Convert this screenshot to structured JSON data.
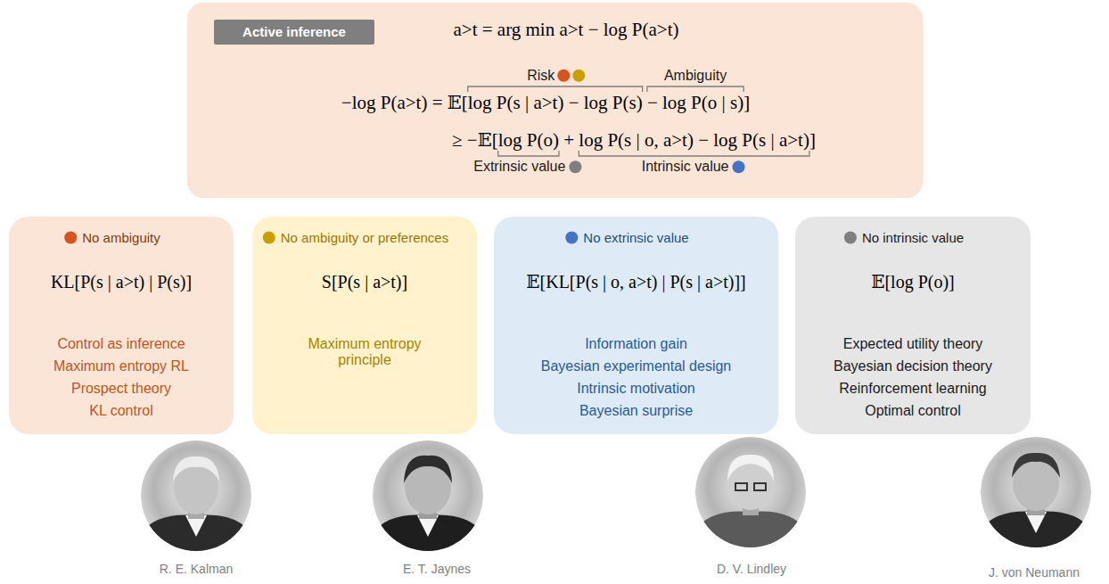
{
  "diagram": {
    "nodes": [
      {
        "text": [
          "a>t = arg min a>t − log P(a>t)",
          "Risk",
          "Ambiguity",
          "−log P(a>t) = 𝔼[log P(s | a>t) − log P(s) − log P(o | s)]",
          "≥ −𝔼[log P(o) + log P(s | o, a>t) − log P(s | a>t)]",
          "Extrinsic value",
          "Intrinsic value"
        ]
      },
      {
        "text": [
          "Active inference"
        ],
        "in": 0
      },
      {
        "text": [
          "No ambiguity",
          "KL[P(s | a>t) | P(s)]",
          "Control as inference",
          "Maximum entropy RL",
          "Prospect theory",
          "KL control"
        ]
      },
      {
        "text": [
          "No ambiguity or preferences",
          "S[P(s | a>t)]",
          "Maximum entropy principle"
        ]
      },
      {
        "text": [
          "No extrinsic value",
          "𝔼[KL[P(s | o, a>t) | P(s | a>t)]]",
          "Information gain",
          "Bayesian experimental design",
          "Intrinsic motivation",
          "Bayesian surprise"
        ]
      },
      {
        "text": [
          "No intrinsic value",
          "𝔼[log P(o)]",
          "Expected utility theory",
          "Bayesian decision theory",
          "Reinforcement learning",
          "Optimal control"
        ]
      }
    ],
    "labels": [
      "R. E. Kalman",
      "E. T. Jaynes",
      "D. V. Lindley",
      "J. von Neumann"
    ]
  }
}
